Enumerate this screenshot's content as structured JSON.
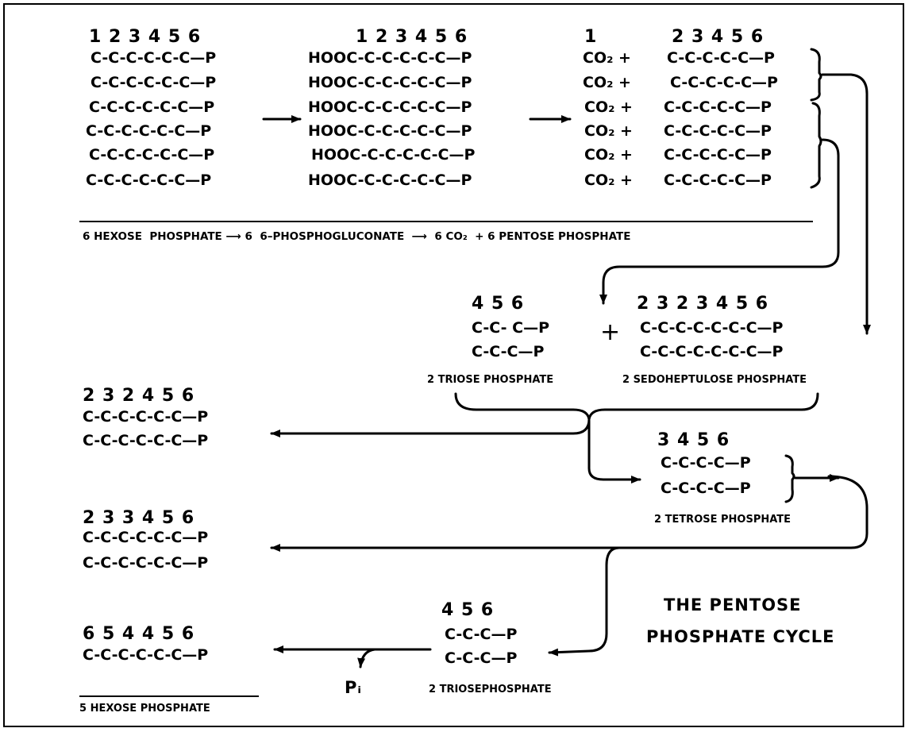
{
  "stage1": {
    "hexose": {
      "numbers": "1 2 3 4 5 6",
      "chains": [
        "C-C-C-C-C-C—P",
        "C-C-C-C-C-C—P",
        "C-C-C-C-C-C—P",
        "C-C-C-C-C-C—P",
        "C-C-C-C-C-C—P",
        "C-C-C-C-C-C—P"
      ]
    },
    "gluconate": {
      "numbers": "1 2 3 4 5 6",
      "chains": [
        "HOOC-C-C-C-C-C—P",
        "HOOC-C-C-C-C-C—P",
        "HOOC-C-C-C-C-C—P",
        "HOOC-C-C-C-C-C—P",
        "HOOC-C-C-C-C-C—P",
        "HOOC-C-C-C-C-C—P"
      ]
    },
    "co2": {
      "number": "1",
      "terms": [
        "CO₂ +",
        "CO₂ +",
        "CO₂ +",
        "CO₂ +",
        "CO₂ +",
        "CO₂ +"
      ]
    },
    "pentose": {
      "numbers": "2 3 4 5 6",
      "chains": [
        "C-C-C-C-C—P",
        "C-C-C-C-C—P",
        "C-C-C-C-C—P",
        "C-C-C-C-C—P",
        "C-C-C-C-C—P",
        "C-C-C-C-C—P"
      ]
    },
    "equation": "6 HEXOSE  PHOSPHATE ⟶ 6  6–PHOSPHOGLUCONATE  ⟶  6 CO₂  + 6 PENTOSE PHOSPHATE"
  },
  "stage2": {
    "triose": {
      "numbers": "4 5 6",
      "chains": [
        "C-C- C—P",
        "C-C-C—P"
      ],
      "label": "2 TRIOSE PHOSPHATE"
    },
    "plus": "+",
    "sedoheptulose": {
      "numbers": "2 3 2 3 4 5 6",
      "chains": [
        "C-C-C-C-C-C-C—P",
        "C-C-C-C-C-C-C—P"
      ],
      "label": "2 SEDOHEPTULOSE PHOSPHATE"
    }
  },
  "products": {
    "hexose_a": {
      "numbers": "2 3 2 4 5 6",
      "chains": [
        "C-C-C-C-C-C—P",
        "C-C-C-C-C-C—P"
      ]
    },
    "tetrose": {
      "numbers": "3 4 5 6",
      "chains": [
        "C-C-C-C—P",
        "C-C-C-C—P"
      ],
      "label": "2 TETROSE PHOSPHATE"
    },
    "hexose_b": {
      "numbers": "2 3 3 4 5 6",
      "chains": [
        "C-C-C-C-C-C—P",
        "C-C-C-C-C-C—P"
      ]
    },
    "triose2": {
      "numbers": "4 5 6",
      "chains": [
        "C-C-C—P",
        "C-C-C—P"
      ],
      "label": "2 TRIOSEPHOSPHATE"
    },
    "hexose_c": {
      "numbers": "6 5 4 4 5 6",
      "chains": [
        "C-C-C-C-C-C—P"
      ]
    },
    "pi": "Pᵢ",
    "total": "5 HEXOSE PHOSPHATE"
  },
  "title": {
    "line1": "THE PENTOSE",
    "line2": "PHOSPHATE CYCLE"
  }
}
